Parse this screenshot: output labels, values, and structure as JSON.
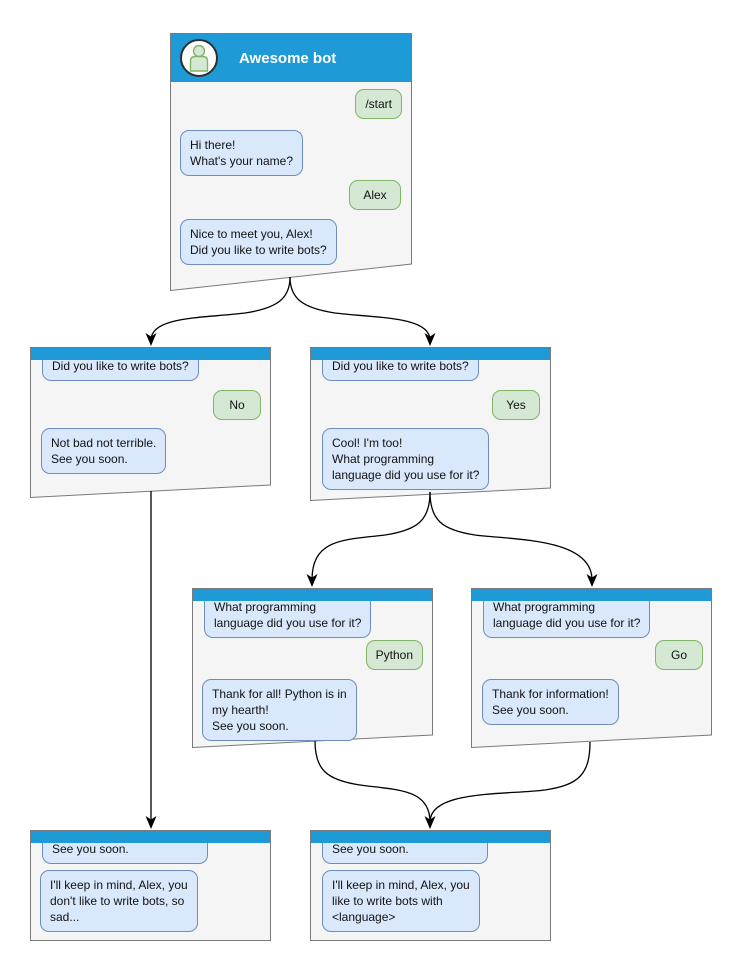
{
  "colors": {
    "header_blue": "#1e9bd7",
    "window_fill": "#f5f5f5",
    "window_border": "#7a7a7a",
    "bot_bubble_fill": "#dae8fc",
    "bot_bubble_border": "#6c8ebf",
    "user_bubble_fill": "#d5e8d4",
    "user_bubble_border": "#82b366",
    "arrow": "#000000"
  },
  "icons": {
    "avatar": "person-icon"
  },
  "main_window": {
    "title": "Awesome bot",
    "messages": {
      "start_command": "/start",
      "greeting": "Hi there!\nWhat's your name?",
      "name_reply": "Alex",
      "nice_to_meet": "Nice to meet you, Alex!\nDid you like to write bots?"
    }
  },
  "branch_no": {
    "question": "Did you like to write bots?",
    "answer": "No",
    "bot_reply": "Not bad not terrible.\nSee you soon."
  },
  "branch_yes": {
    "question": "Did you like to write bots?",
    "answer": "Yes",
    "bot_reply": "Cool! I'm too!\nWhat programming\nlanguage did you use for it?"
  },
  "branch_python": {
    "question": "What programming\nlanguage did you use for it?",
    "answer": "Python",
    "bot_reply": "Thank for all! Python is in\nmy hearth!\nSee you soon."
  },
  "branch_go": {
    "question": "What programming\nlanguage did you use for it?",
    "answer": "Go",
    "bot_reply": "Thank for information!\nSee you soon."
  },
  "end_no": {
    "question": "See you soon.",
    "bot_reply": "I'll keep in mind, Alex, you\ndon't like to write bots, so\nsad..."
  },
  "end_yes": {
    "question": "See you soon.",
    "bot_reply": "I'll keep in mind, Alex, you\nlike to write bots with\n<language>"
  }
}
